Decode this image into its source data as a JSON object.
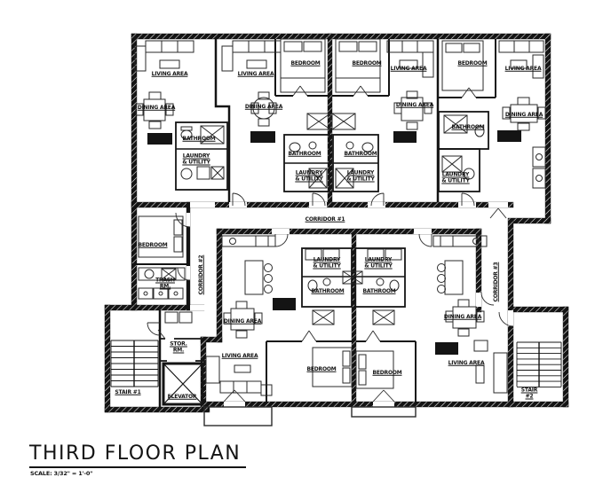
{
  "drawing": {
    "title": "THIRD FLOOR PLAN",
    "scale_note": "SCALE: 3/32\" = 1'-0\""
  },
  "room_labels": {
    "living_area": "LIVING AREA",
    "dining_area": "DINING AREA",
    "bedroom": "BEDROOM",
    "bathroom": "BATHROOM",
    "laundry_line1": "LAUNDRY",
    "laundry_line2": "& UTILITY",
    "corridor_1": "CORRIDOR #1",
    "corridor_2": "CORRIDOR #2",
    "corridor_3": "CORRIDOR #3",
    "stair_1": "STAIR #1",
    "stair_2_line1": "STAIR",
    "stair_2_line2": "#2",
    "elevator": "ELEVATOR",
    "storage_line1": "STOR.",
    "storage_line2": "RM.",
    "trash_line1": "TRASH",
    "trash_line2": "RM."
  },
  "colors": {
    "ink": "#141414",
    "paper": "#ffffff"
  }
}
